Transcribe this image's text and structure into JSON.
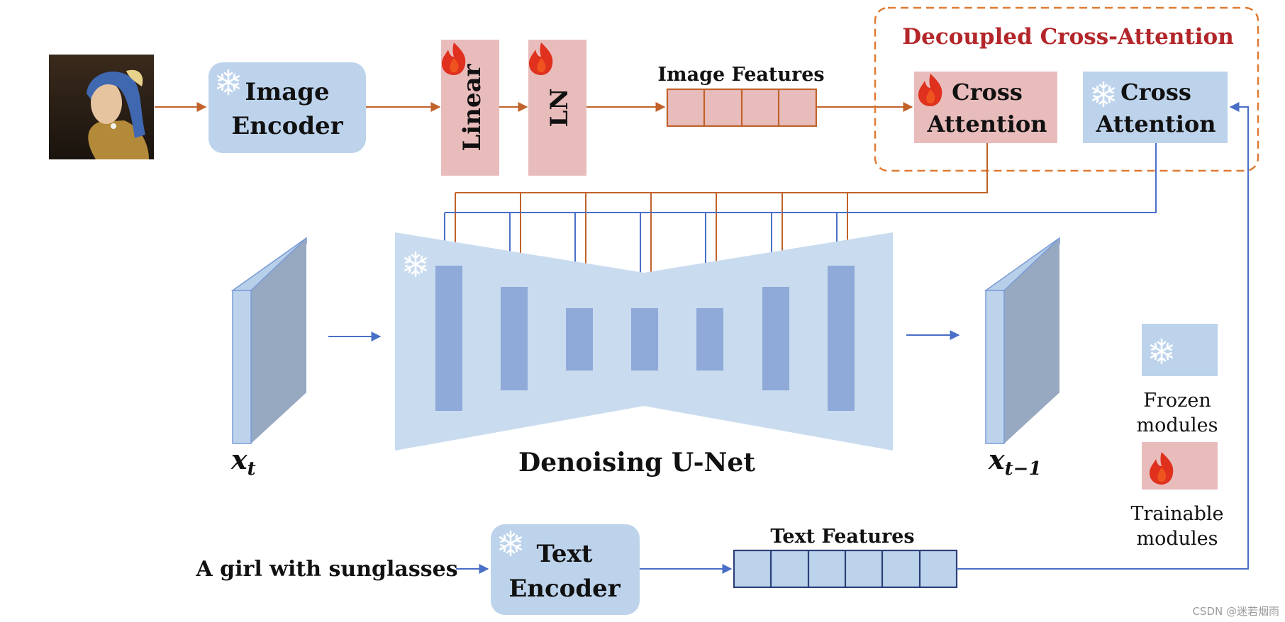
{
  "input_text": "A girl with sunglasses",
  "image_encoder": {
    "line1": "Image",
    "line2": "Encoder"
  },
  "text_encoder": {
    "line1": "Text",
    "line2": "Encoder"
  },
  "linear_label": "Linear",
  "ln_label": "LN",
  "image_features_label": "Image Features",
  "text_features_label": "Text Features",
  "decoupled_title": "Decoupled Cross-Attention",
  "cross_attention_trainable": {
    "line1": "Cross",
    "line2": "Attention"
  },
  "cross_attention_frozen": {
    "line1": "Cross",
    "line2": "Attention"
  },
  "unet_label": "Denoising U-Net",
  "xt_label": {
    "base": "x",
    "sub": "t"
  },
  "xt1_label": {
    "base": "x",
    "sub": "t−1"
  },
  "legend": {
    "frozen": {
      "line1": "Frozen",
      "line2": "modules"
    },
    "trainable": {
      "line1": "Trainable",
      "line2": "modules"
    }
  },
  "watermark": "CSDN @迷若烟雨",
  "colors": {
    "frozen_fill": "#bdd3ec",
    "trainable_fill": "#e9bcbc",
    "orange_line": "#c0622a",
    "blue_line": "#4a6fc8",
    "unet_bg": "#c9dbef",
    "unet_block": "#8faad8",
    "title_red": "#b3262a"
  },
  "icons": [
    "snowflake-icon",
    "flame-icon",
    "portrait-image"
  ]
}
